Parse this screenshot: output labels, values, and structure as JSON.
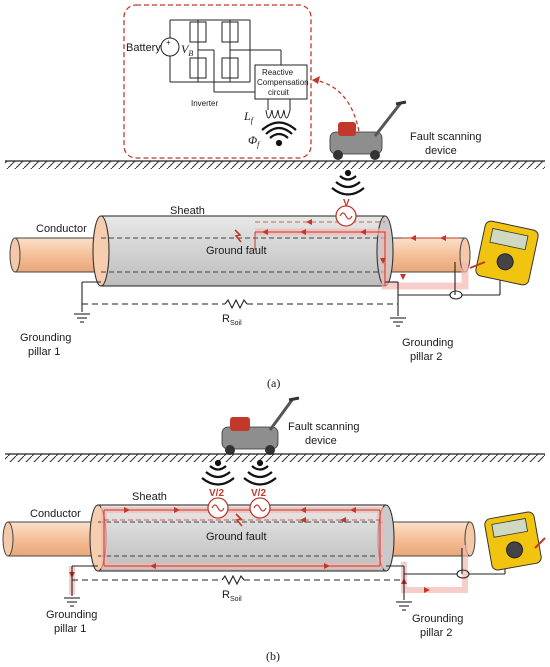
{
  "panel_a": {
    "caption": "(a)",
    "battery_label": "Battery",
    "vb_label": "V",
    "vb_sub": "B",
    "inverter_label": "Inverter",
    "reactive_line1": "Reactive",
    "reactive_line2": "Compensation",
    "reactive_line3": "circuit",
    "lf_label": "L",
    "lf_sub": "f",
    "phi_label": "Φ",
    "phi_sub": "f",
    "device_line1": "Fault scanning",
    "device_line2": "device",
    "voltage_label": "V",
    "conductor_label": "Conductor",
    "sheath_label": "Sheath",
    "fault_label": "Ground fault",
    "rsoil_label": "R",
    "rsoil_sub": "Soil",
    "ground1_line1": "Grounding",
    "ground1_line2": "pillar 1",
    "ground2_line1": "Grounding",
    "ground2_line2": "pillar 2"
  },
  "panel_b": {
    "caption": "(b)",
    "device_line1": "Fault scanning",
    "device_line2": "device",
    "voltage_left": "V/2",
    "voltage_right": "V/2",
    "conductor_label": "Conductor",
    "sheath_label": "Sheath",
    "fault_label": "Ground fault",
    "rsoil_label": "R",
    "rsoil_sub": "Soil",
    "ground1_line1": "Grounding",
    "ground1_line2": "pillar 1",
    "ground2_line1": "Grounding",
    "ground2_line2": "pillar 2"
  },
  "colors": {
    "conductor": "#f7c6a3",
    "sheath": "#d9d9d9",
    "current": "#c0392b",
    "glow": "#f5b7b1",
    "meter": "#f1c40f"
  }
}
